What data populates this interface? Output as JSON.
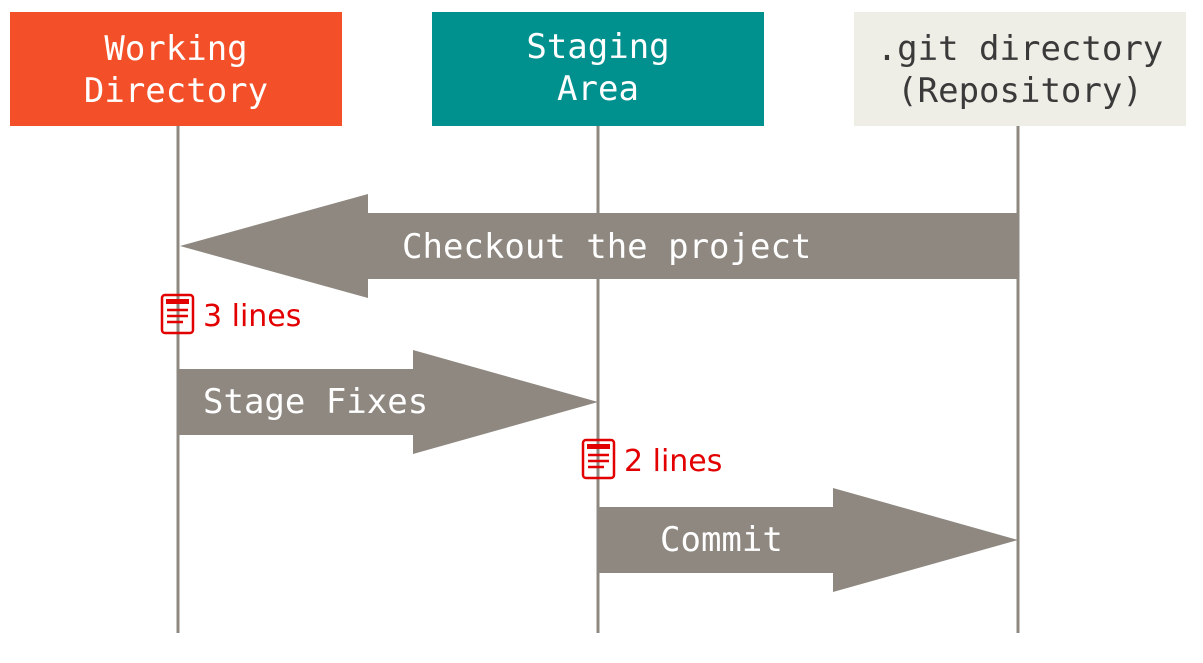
{
  "columns": [
    {
      "line1": "Working",
      "line2": "Directory",
      "fill": "#f34f29",
      "text_color": "#ffffff"
    },
    {
      "line1": "Staging",
      "line2": "Area",
      "fill": "#00918f",
      "text_color": "#ffffff"
    },
    {
      "line1": ".git directory",
      "line2": "(Repository)",
      "fill": "#efeee6",
      "text_color": "#3a3a3a"
    }
  ],
  "arrows": [
    {
      "label": "Checkout the project",
      "direction": "left"
    },
    {
      "label": "Stage Fixes",
      "direction": "right"
    },
    {
      "label": "Commit",
      "direction": "right"
    }
  ],
  "file_notes": [
    {
      "label": "3 lines",
      "icon": "document-icon"
    },
    {
      "label": "2 lines",
      "icon": "document-icon"
    }
  ],
  "colors": {
    "lifeline": "#8e8880",
    "arrow": "#8e8880",
    "note": "#e30000"
  }
}
